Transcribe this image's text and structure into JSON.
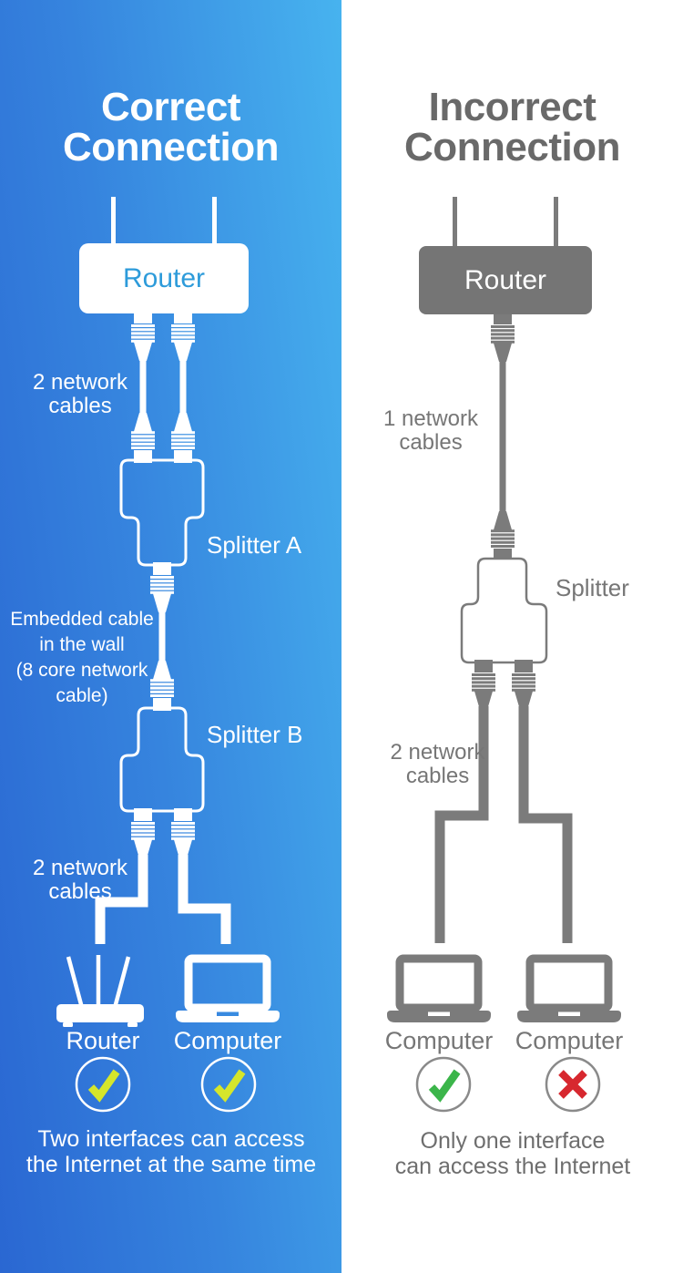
{
  "left": {
    "title": "Correct\nConnection",
    "router_box": "Router",
    "top_cables_label": "2 network\ncables",
    "splitter_a_label": "Splitter A",
    "wall_cable_label": "Embedded cable\nin the wall\n(8 core network\ncable)",
    "splitter_b_label": "Splitter B",
    "bottom_cables_label": "2 network\ncables",
    "device_1_label": "Router",
    "device_2_label": "Computer",
    "device_1_status_icon": "check",
    "device_2_status_icon": "check",
    "result_text": "Two interfaces can access\nthe Internet at the same time",
    "colors": {
      "bg_gradient_start": "#2a67d2",
      "bg_gradient_end": "#47b3ef",
      "foreground": "#ffffff",
      "router_box_text": "#2d9bda",
      "check": "#d5e62b"
    }
  },
  "right": {
    "title": "Incorrect\nConnection",
    "router_box": "Router",
    "top_cables_label": "1 network\ncables",
    "splitter_label": "Splitter",
    "bottom_cables_label": "2 network\ncables",
    "device_1_label": "Computer",
    "device_2_label": "Computer",
    "device_1_status_icon": "check",
    "device_2_status_icon": "cross",
    "result_text": "Only one interface\ncan access the Internet",
    "colors": {
      "bg": "#ffffff",
      "foreground": "#7b7b7b",
      "title_text": "#696969",
      "label_text": "#767676",
      "router_box": "#757575",
      "check": "#3bb54a",
      "cross": "#d7282f",
      "circle_outline": "#8a8a8a"
    }
  }
}
